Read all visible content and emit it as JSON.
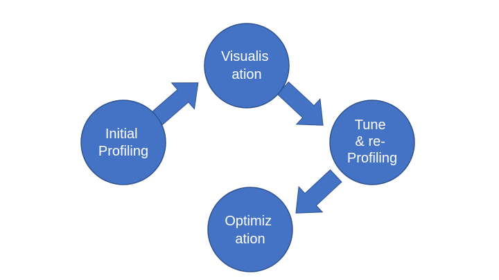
{
  "colors": {
    "node_fill": "#4472C4",
    "node_stroke": "#2F528F",
    "arrow_fill": "#4472C4",
    "text": "#FFFFFF",
    "background": "#FFFFFF"
  },
  "nodes": [
    {
      "id": "initial-profiling",
      "lines": [
        "Initial",
        "Profiling"
      ]
    },
    {
      "id": "visualisation",
      "lines": [
        "Visualis",
        "ation"
      ]
    },
    {
      "id": "tune-reprofiling",
      "lines": [
        "Tune",
        "& re-",
        "Profiling"
      ]
    },
    {
      "id": "optimization",
      "lines": [
        "Optimiz",
        "ation"
      ]
    }
  ]
}
